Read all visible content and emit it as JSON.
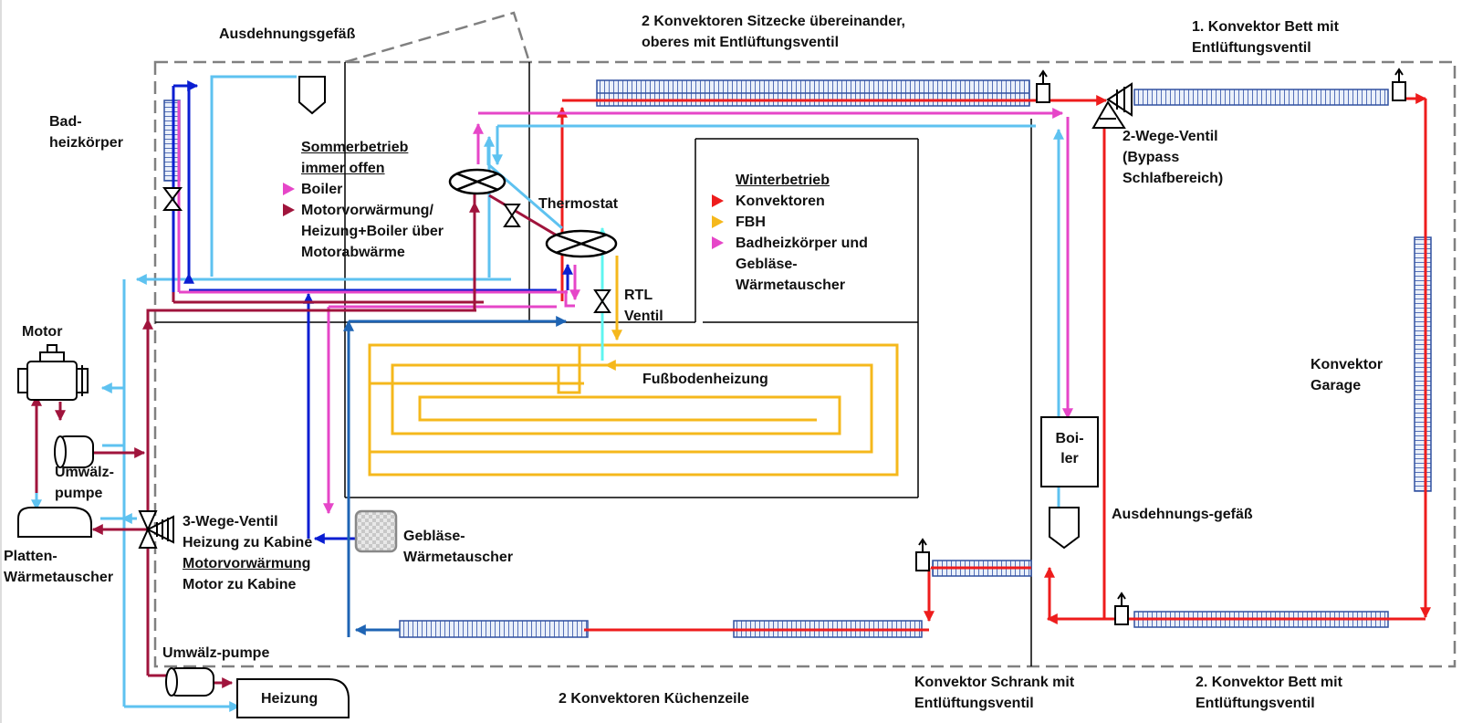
{
  "colors": {
    "red": "#ee1c1c",
    "orange": "#f5b81c",
    "magenta": "#e646c8",
    "maroon": "#a0143c",
    "lightblue": "#5ec2f0",
    "blue": "#0a1ed2",
    "midblue": "#1e64b4",
    "cyan": "#5ff5f0"
  },
  "labels": {
    "expansion_tank_top": "Ausdehnungsgefäß",
    "seating_convectors": [
      "2 Konvektoren Sitzecke übereinander,",
      "oberes mit Entlüftungsventil"
    ],
    "bed_convector_1": [
      "1. Konvektor Bett mit",
      "Entlüftungsventil"
    ],
    "bath_radiator": [
      "Bad-",
      "heizkörper"
    ],
    "thermostat": "Thermostat",
    "two_way_valve": [
      "2-Wege-Ventil",
      "(Bypass",
      "Schlafbereich)"
    ],
    "rtl_valve": [
      "RTL",
      "Ventil"
    ],
    "underfloor_heating": "Fußbodenheizung",
    "motor": "Motor",
    "circulation_pump_left": [
      "Umwälz-",
      "pumpe"
    ],
    "plate_heat_exchanger": [
      "Platten-",
      "Wärmetauscher"
    ],
    "three_way_valve": [
      "3-Wege-Ventil",
      "Heizung zu Kabine",
      "Motorvorwärmung",
      "Motor zu Kabine"
    ],
    "fan_heat_exchanger": [
      "Gebläse-",
      "Wärmetauscher"
    ],
    "circulation_pump_bottom": "Umwälz-pumpe",
    "heater": "Heizung",
    "kitchen_convectors": "2 Konvektoren Küchenzeile",
    "cabinet_convector": [
      "Konvektor Schrank mit",
      "Entlüftungsventil"
    ],
    "bed_convector_2": [
      "2. Konvektor Bett mit",
      "Entlüftungsventil"
    ],
    "garage_convector": [
      "Konvektor",
      "Garage"
    ],
    "expansion_tank_right": "Ausdehnungs-gefäß",
    "boiler": [
      "Boi-",
      "ler"
    ]
  },
  "legend_summer": {
    "title": [
      "Sommerbetrieb",
      "immer offen"
    ],
    "items": [
      {
        "text": [
          "Boiler"
        ],
        "color": "#e646c8"
      },
      {
        "text": [
          "Motorvorwärmung/",
          "Heizung+Boiler über",
          "Motorabwärme"
        ],
        "color": "#a0143c"
      }
    ]
  },
  "legend_winter": {
    "title": "Winterbetrieb",
    "items": [
      {
        "text": [
          "Konvektoren"
        ],
        "color": "#ee1c1c"
      },
      {
        "text": [
          "FBH"
        ],
        "color": "#f5b81c"
      },
      {
        "text": [
          "Badheizkörper und",
          "Gebläse-",
          "Wärmetauscher"
        ],
        "color": "#e646c8"
      }
    ]
  }
}
